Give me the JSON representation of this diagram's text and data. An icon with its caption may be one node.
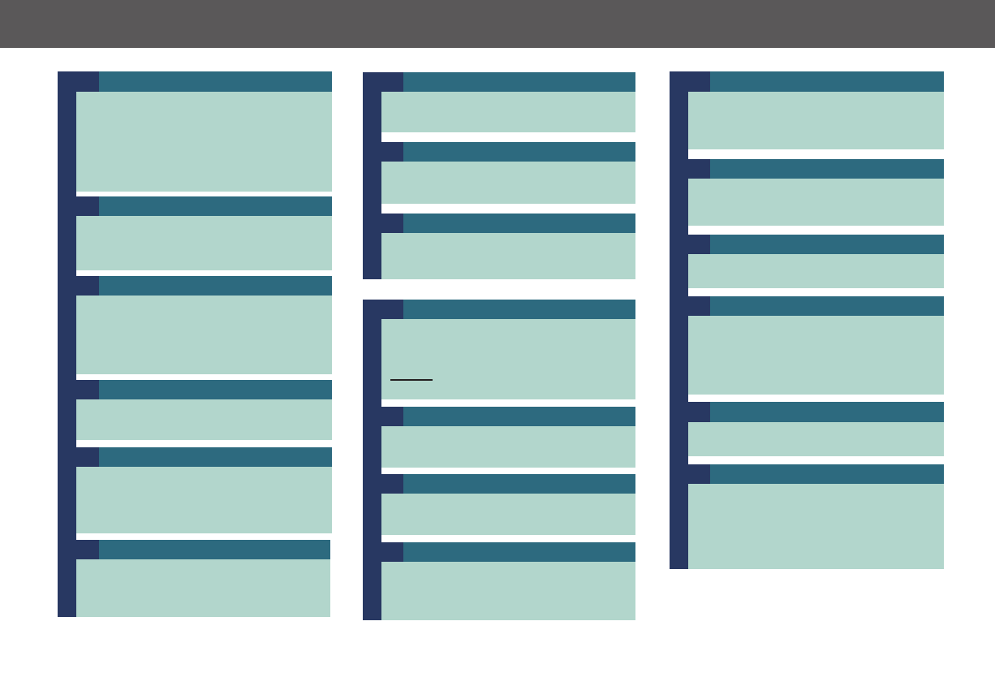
{
  "diagram": {
    "nodes": [
      {
        "text": [],
        "shape": "bar"
      },
      {
        "text": [],
        "shape": "bar"
      },
      {
        "text": [],
        "shape": "box"
      },
      {
        "text": [],
        "shape": "box"
      },
      {
        "text": [],
        "shape": "box"
      },
      {
        "text": [],
        "shape": "box"
      },
      {
        "text": [],
        "shape": "box"
      },
      {
        "text": [],
        "shape": "box"
      },
      {
        "text": [],
        "shape": "bar"
      },
      {
        "text": [],
        "shape": "box"
      },
      {
        "text": [],
        "shape": "box"
      },
      {
        "text": [],
        "shape": "box"
      },
      {
        "text": [],
        "shape": "bar"
      },
      {
        "text": [],
        "shape": "box"
      },
      {
        "text": [],
        "shape": "box"
      },
      {
        "text": [],
        "shape": "box"
      },
      {
        "text": [],
        "shape": "box"
      },
      {
        "text": [],
        "shape": "bar"
      },
      {
        "text": [],
        "shape": "box"
      },
      {
        "text": [],
        "shape": "box"
      },
      {
        "text": [],
        "shape": "box"
      },
      {
        "text": [],
        "shape": "box"
      },
      {
        "text": [],
        "shape": "box"
      },
      {
        "text": [],
        "shape": "box"
      }
    ]
  }
}
